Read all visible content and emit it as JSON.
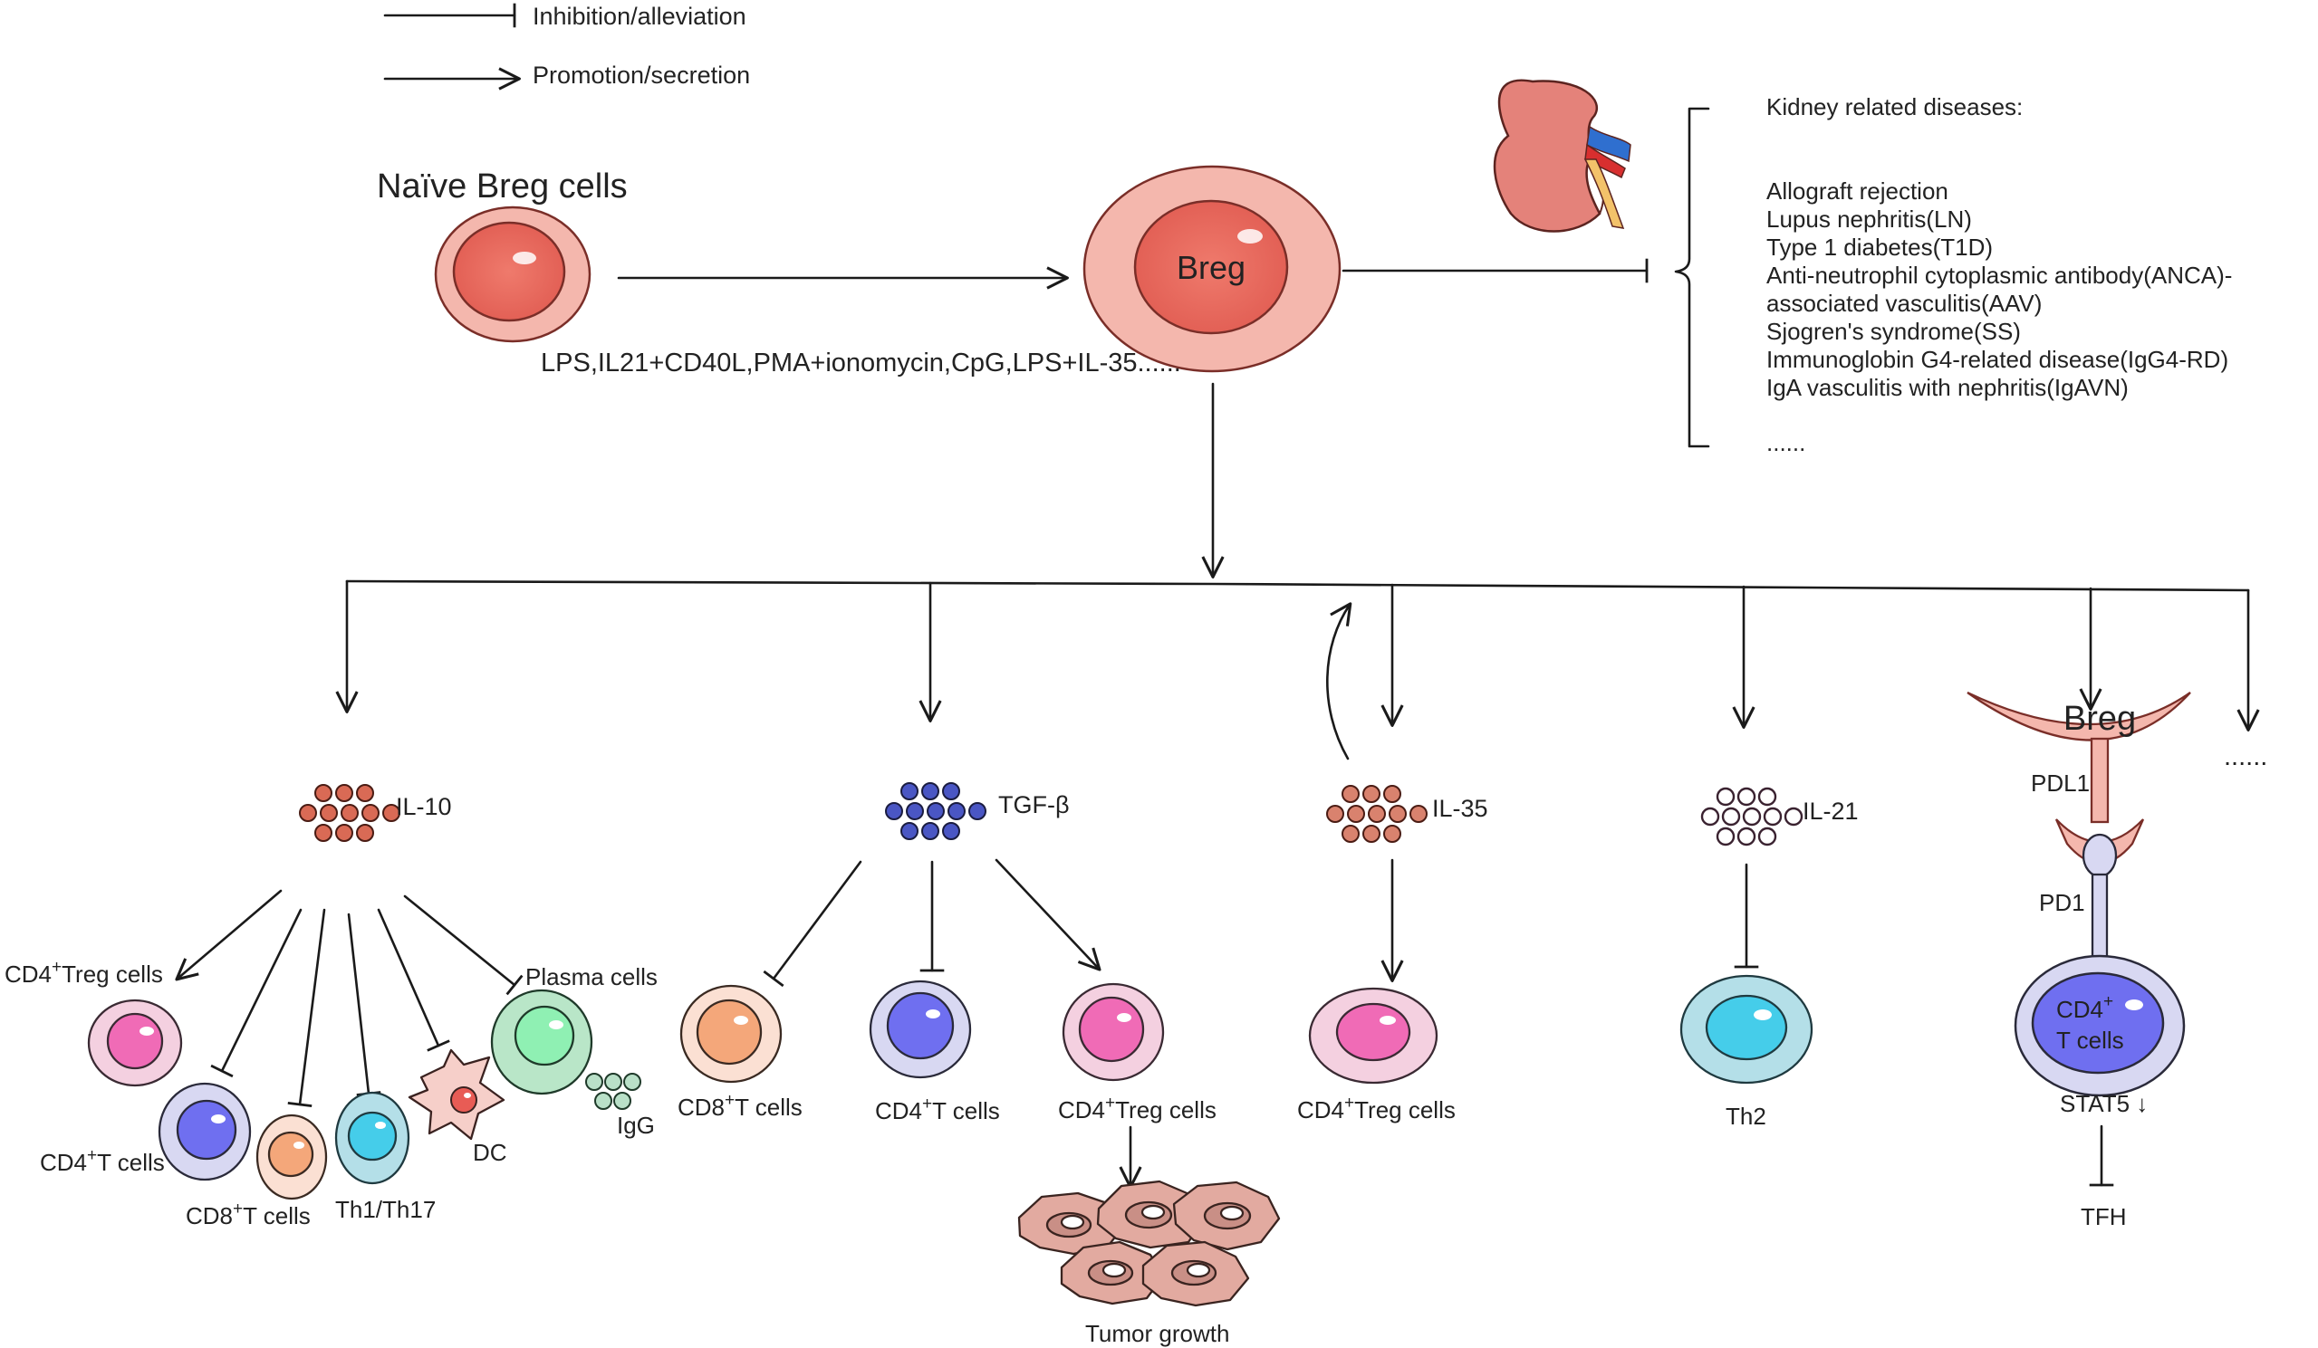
{
  "legend": {
    "inhibition": "Inhibition/alleviation",
    "promotion": "Promotion/secretion"
  },
  "naive_title": "Naïve Breg cells",
  "breg_label": "Breg",
  "stimuli": "LPS,IL21+CD40L,PMA+ionomycin,CpG,LPS+IL-35......",
  "diseases": {
    "header": "Kidney related diseases:",
    "items": [
      "Allograft rejection",
      "Lupus nephritis(LN)",
      "Type 1 diabetes(T1D)",
      "Anti-neutrophil cytoplasmic antibody(ANCA)-",
      "associated vasculitis(AAV)",
      "Sjogren's syndrome(SS)",
      "Immunoglobin G4-related disease(IgG4-RD)",
      "IgA vasculitis with nephritis(IgAVN)",
      "......"
    ]
  },
  "cytokines": {
    "il10": "IL-10",
    "tgfb": "TGF-β",
    "il35": "IL-35",
    "il21": "IL-21"
  },
  "il10_targets": {
    "treg": "Treg cells",
    "cd4": "T cells",
    "cd8": "T cells",
    "th": "Th1/Th17",
    "dc": "DC",
    "plasma": "Plasma cells",
    "igg": "IgG"
  },
  "tgfb_targets": {
    "cd8": "T cells",
    "cd4": "T cells",
    "treg": "Treg cells",
    "tumor": "Tumor growth"
  },
  "il35_targets": {
    "treg": "Treg cells"
  },
  "il21_targets": {
    "th2": "Th2"
  },
  "pd1_branch": {
    "breg": "Breg",
    "pdl1": "PDL1",
    "pd1": "PD1",
    "cell_line1": "CD4",
    "cell_line2": "T cells",
    "stat5": "STAT5 ↓",
    "tfh": "TFH"
  },
  "prefixes": {
    "cd4": "CD4",
    "cd8": "CD8",
    "plus": "+"
  },
  "more": "......",
  "colors": {
    "breg_outer": "#f4b7ad",
    "breg_inner": "#e8675c",
    "il10_dots": "#d96a55",
    "tgfb_dots": "#4a56c4",
    "il35_dots": "#d9826e",
    "il21_dots": "#ffffff",
    "treg_nucleus": "#f06bb6",
    "cd4_nucleus": "#6f6ff0",
    "cd8_nucleus": "#f4a77a",
    "th_nucleus": "#45cdea",
    "plasma_nucleus": "#8ff0b3",
    "tumor": "#e2aaa0"
  }
}
